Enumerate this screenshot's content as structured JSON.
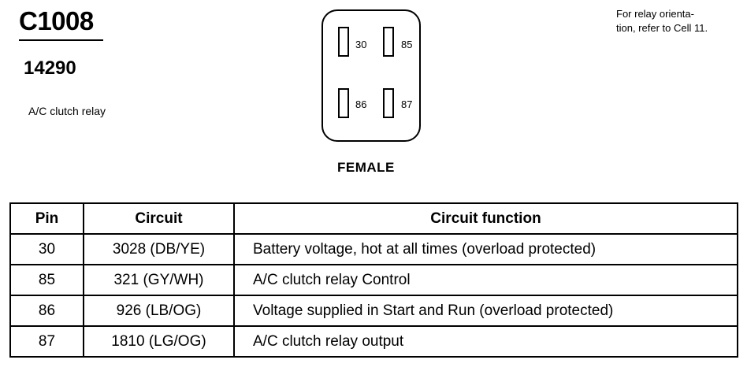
{
  "header": {
    "connector_id": "C1008",
    "part_number": "14290",
    "description": "A/C clutch relay"
  },
  "note": {
    "line1": "For relay orienta-",
    "line2": "tion, refer to Cell 11."
  },
  "connector": {
    "pins": [
      "30",
      "85",
      "86",
      "87"
    ],
    "gender": "FEMALE"
  },
  "table": {
    "headers": [
      "Pin",
      "Circuit",
      "Circuit function"
    ],
    "rows": [
      [
        "30",
        "3028 (DB/YE)",
        "Battery voltage, hot at all times (overload protected)"
      ],
      [
        "85",
        "321 (GY/WH)",
        "A/C clutch relay Control"
      ],
      [
        "86",
        "926 (LB/OG)",
        "Voltage supplied in Start and Run (overload protected)"
      ],
      [
        "87",
        "1810 (LG/OG)",
        "A/C clutch relay output"
      ]
    ]
  }
}
